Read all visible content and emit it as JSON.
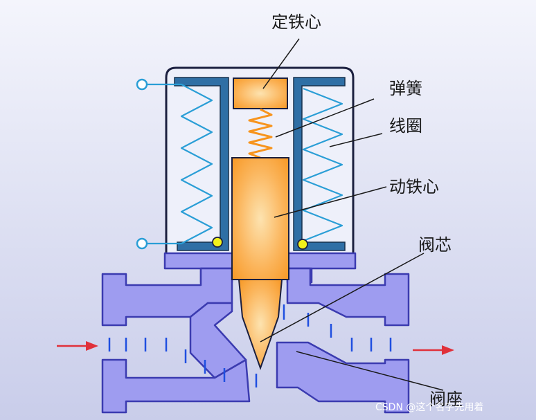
{
  "labels": {
    "fixed_core": "定铁心",
    "spring": "弹簧",
    "coil": "线圈",
    "moving_core": "动铁心",
    "valve_core": "阀芯",
    "valve_port": "阀座"
  },
  "watermark": "CSDN @这个名字先用着",
  "colors": {
    "background_top": "#f4f5fc",
    "background_bottom": "#c9cdea",
    "body_fill": "#9e9cf0",
    "body_stroke": "#3b3bb0",
    "housing_stroke": "#1b1f3f",
    "yoke": "#2f6fa5",
    "coil": "#2a9ed6",
    "core_orange": "#f7941d",
    "core_light": "#fde3b0",
    "flow_arrow": "#e0303a",
    "flow_dash": "#1f4fe0",
    "pivot_yellow": "#f1f11a"
  }
}
